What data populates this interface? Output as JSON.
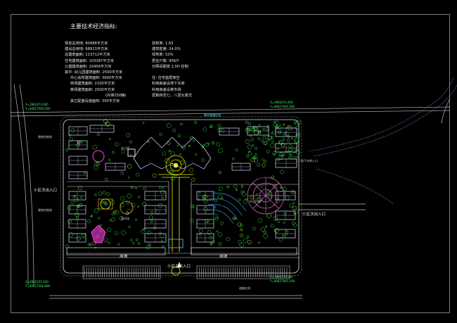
{
  "stats": {
    "title": "主要技术经济指标:",
    "left": [
      "规划总用地: 80488平方米",
      "建设总用地: 68913平方米",
      "总建筑面积: 113712平方米",
      "住宅建筑面积: 103287平方米",
      "公建建筑面积: 10456平方米",
      "其中: 幼儿园建筑面积: 2500平方米",
      "中心会所建筑面积: 3000平方米",
      "商场建筑面积: 2100平方米",
      "菜场建筑面积: 2500平方米",
      "(内停250辆)",
      "其它配套设施面积: 300平方米"
    ],
    "right": [
      "容积率: 1.65",
      "建筑密度: 24.0%",
      "绿地率: 52%",
      "居住户数: 956户",
      "日照间距按 1.0H 控制",
      "",
      "住: 住宅首层架空",
      "利用高差设地下车库",
      "利用高差设菜市场",
      "层数四至七、八层为复式"
    ]
  },
  "plan_labels": {
    "road_north": "城市道路红线",
    "entry_west_1": "建筑控制线",
    "entry_west_2": "建筑控制线",
    "entry_west_main": "小区次出入口",
    "entry_east": "小区次出入口",
    "entry_south": "小区主出入口",
    "shop_left": "商铺",
    "shop_right": "商铺",
    "road_south": "道路红线",
    "kindergarten": "幼儿园",
    "plaza": "中心广场",
    "garage": "地下车库入口",
    "market": "菜市场",
    "coord_1": "X=3962473.000",
    "coord_2": "Y=40627560.500",
    "coord_3": "X=3962473.400",
    "coord_4": "Y=40627945.000",
    "coord_5": "X=3962255.500",
    "coord_6": "Y=40627566.800",
    "coord_7": "X=3962258.900",
    "coord_8": "Y=40627945.100"
  },
  "colors": {
    "frame": "#7a7a7a",
    "building": "#d9d9ff",
    "tree": "#38e04a",
    "water": "#3ab0ff",
    "magenta": "#ff3ee0",
    "yellow": "#f2f200",
    "road": "#c8c8c8"
  }
}
